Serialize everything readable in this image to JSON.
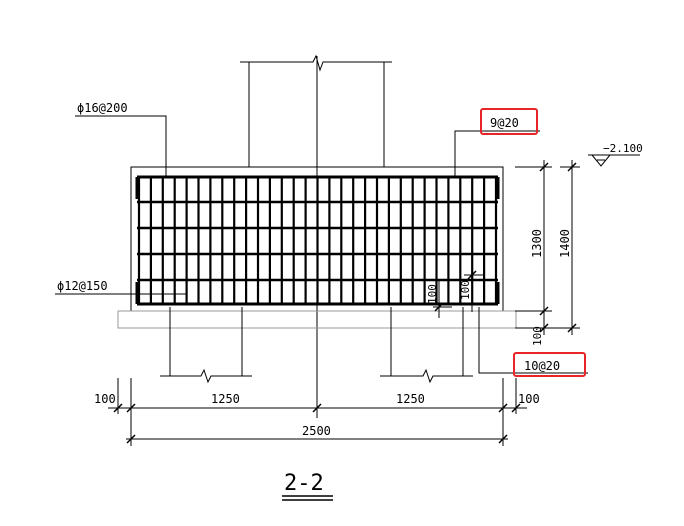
{
  "drawing": {
    "section_title": "2-2",
    "labels": {
      "top_rebar": "ϕ16@200",
      "side_rebar": "ϕ12@150",
      "top_bars_count": "9@20",
      "bottom_bars_count": "10@20",
      "level": "−2.100"
    },
    "dimensions": {
      "h_1300": "1300",
      "h_1400": "1400",
      "h_100_right": "100",
      "h_100_inner_a": "100",
      "h_100_inner_b": "100",
      "w_1250_left": "1250",
      "w_1250_right": "1250",
      "w_2500": "2500",
      "w_100_left": "100",
      "w_100_right": "100"
    },
    "highlight_color": "#e8262a"
  }
}
